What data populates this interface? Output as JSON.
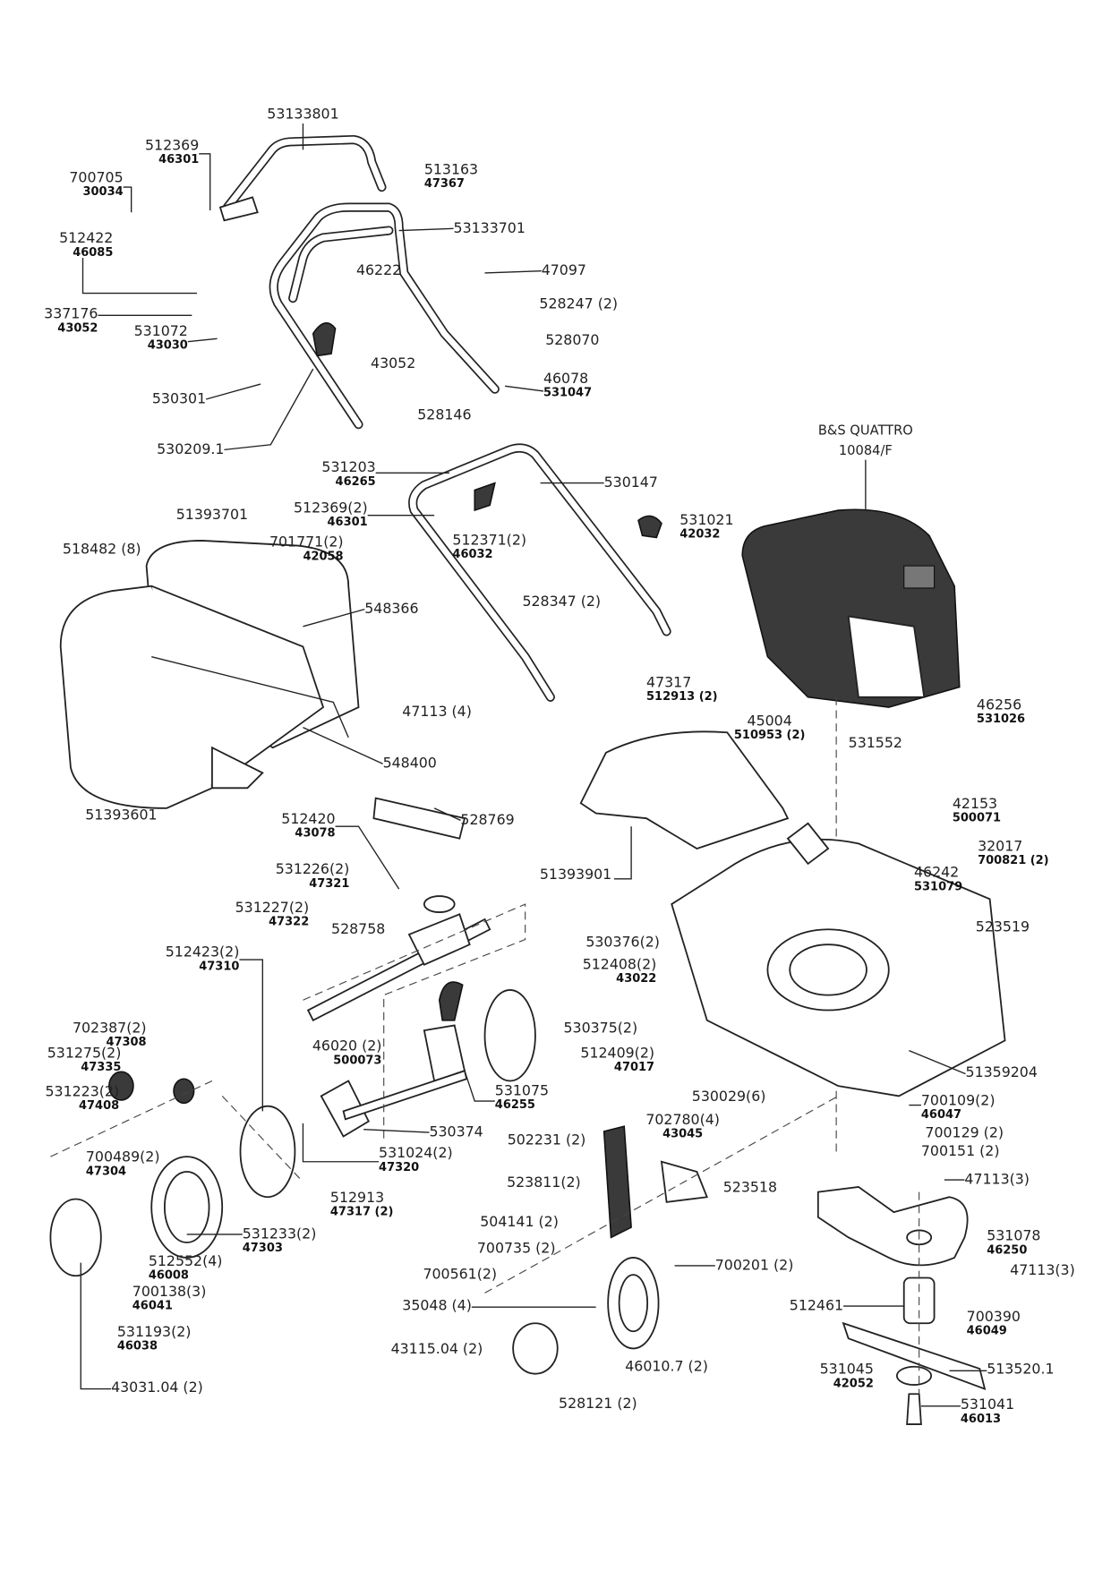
{
  "engine": {
    "brand": "B&S QUATTRO",
    "model": "10084/F"
  },
  "labels": [
    {
      "part": "53133801"
    },
    {
      "part": "512369",
      "alt": "46301"
    },
    {
      "part": "513163",
      "alt": "47367"
    },
    {
      "part": "700705",
      "alt": "30034"
    },
    {
      "part": "53133701"
    },
    {
      "part": "512422",
      "alt": "46085"
    },
    {
      "part": "47097"
    },
    {
      "part": "46222"
    },
    {
      "part": "528247 (2)"
    },
    {
      "part": "337176",
      "alt": "43052"
    },
    {
      "part": "531072",
      "alt": "43030"
    },
    {
      "part": "528070"
    },
    {
      "part": "43052"
    },
    {
      "part": "46078",
      "alt": "531047"
    },
    {
      "part": "530301"
    },
    {
      "part": "528146"
    },
    {
      "part": "530209.1"
    },
    {
      "part": "531203",
      "alt": "46265"
    },
    {
      "part": "530147"
    },
    {
      "part": "512369(2)",
      "alt": "46301"
    },
    {
      "part": "531021",
      "alt": "42032"
    },
    {
      "part": "51393701"
    },
    {
      "part": "701771(2)",
      "alt": "42058"
    },
    {
      "part": "512371(2)",
      "alt": "46032"
    },
    {
      "part": "518482 (8)"
    },
    {
      "part": "548366"
    },
    {
      "part": "528347 (2)"
    },
    {
      "part": "47317",
      "alt": "512913 (2)"
    },
    {
      "part": "47113 (4)"
    },
    {
      "part": "46256",
      "alt": "531026"
    },
    {
      "part": "45004",
      "alt": "510953 (2)"
    },
    {
      "part": "531552"
    },
    {
      "part": "548400"
    },
    {
      "part": "42153",
      "alt": "500071"
    },
    {
      "part": "51393601"
    },
    {
      "part": "512420",
      "alt": "43078"
    },
    {
      "part": "528769"
    },
    {
      "part": "32017",
      "alt": "700821 (2)"
    },
    {
      "part": "531226(2)",
      "alt": "47321"
    },
    {
      "part": "51393901"
    },
    {
      "part": "46242",
      "alt": "531079"
    },
    {
      "part": "531227(2)",
      "alt": "47322"
    },
    {
      "part": "523519"
    },
    {
      "part": "528758"
    },
    {
      "part": "530376(2)"
    },
    {
      "part": "512423(2)",
      "alt": "47310"
    },
    {
      "part": "512408(2)",
      "alt": "43022"
    },
    {
      "part": "702387(2)",
      "alt": "47308"
    },
    {
      "part": "46020 (2)",
      "alt": "500073"
    },
    {
      "part": "530375(2)"
    },
    {
      "part": "512409(2)",
      "alt": "47017"
    },
    {
      "part": "531275(2)",
      "alt": "47335"
    },
    {
      "part": "51359204"
    },
    {
      "part": "531223(2)",
      "alt": "47408"
    },
    {
      "part": "531075",
      "alt": "46255"
    },
    {
      "part": "700109(2)",
      "alt": "46047"
    },
    {
      "part": "702780(4)",
      "alt": "43045"
    },
    {
      "part": "530029(6)"
    },
    {
      "part": "530374"
    },
    {
      "part": "700129 (2)"
    },
    {
      "part": "700489(2)",
      "alt": "47304"
    },
    {
      "part": "531024(2)",
      "alt": "47320"
    },
    {
      "part": "700151 (2)"
    },
    {
      "part": "502231 (2)"
    },
    {
      "part": "47113(3)"
    },
    {
      "part": "523811(2)"
    },
    {
      "part": "523518"
    },
    {
      "part": "512913",
      "alt": "47317 (2)"
    },
    {
      "part": "531078",
      "alt": "46250"
    },
    {
      "part": "504141 (2)"
    },
    {
      "part": "531233(2)",
      "alt": "47303"
    },
    {
      "part": "700735 (2)"
    },
    {
      "part": "512552(4)",
      "alt": "46008"
    },
    {
      "part": "700201 (2)"
    },
    {
      "part": "47113(3)"
    },
    {
      "part": "700561(2)"
    },
    {
      "part": "700138(3)",
      "alt": "46041"
    },
    {
      "part": "35048 (4)"
    },
    {
      "part": "512461"
    },
    {
      "part": "700390",
      "alt": "46049"
    },
    {
      "part": "531193(2)",
      "alt": "46038"
    },
    {
      "part": "43115.04 (2)"
    },
    {
      "part": "46010.7 (2)"
    },
    {
      "part": "531045",
      "alt": "42052"
    },
    {
      "part": "513520.1"
    },
    {
      "part": "43031.04 (2)"
    },
    {
      "part": "528121 (2)"
    },
    {
      "part": "531041",
      "alt": "46013"
    }
  ]
}
